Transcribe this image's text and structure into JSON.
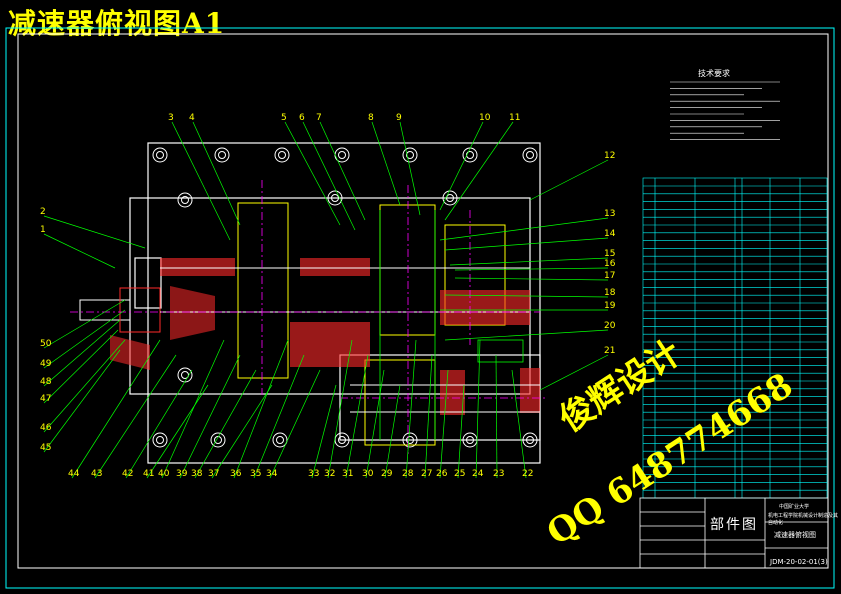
{
  "title": "减速器俯视图A1",
  "watermark": {
    "line1": "俊辉设计",
    "line2": "QQ 648774668"
  },
  "tech_requirements_title": "技术要求",
  "title_block": {
    "part_name": "部件图",
    "drawing_name": "减速器俯视图",
    "drawing_no": "JDM-20-02-01(3)",
    "org_line1": "中国矿业大学",
    "org_line2": "机电工程学院机械设计制造及其自动化"
  },
  "leaders_top": [
    "3",
    "4",
    "5",
    "6",
    "7",
    "8",
    "9",
    "10",
    "11"
  ],
  "leaders_right": [
    "12",
    "13",
    "14",
    "15",
    "16",
    "17",
    "18",
    "19",
    "20",
    "21"
  ],
  "leaders_left": [
    "2",
    "1",
    "50",
    "49",
    "48",
    "47",
    "46",
    "45"
  ],
  "leaders_bottom": [
    "44",
    "43",
    "42",
    "41",
    "40",
    "39",
    "38",
    "37",
    "36",
    "35",
    "34",
    "33",
    "32",
    "31",
    "30",
    "29",
    "28",
    "27",
    "26",
    "25",
    "24",
    "23",
    "22"
  ],
  "colors": {
    "outline": "#ffffff",
    "leader": "#00ff00",
    "section": "#ff2a2a",
    "center": "#ff00ff",
    "gear": "#ffff00",
    "table": "#00ffff",
    "title": "#ffff00"
  }
}
